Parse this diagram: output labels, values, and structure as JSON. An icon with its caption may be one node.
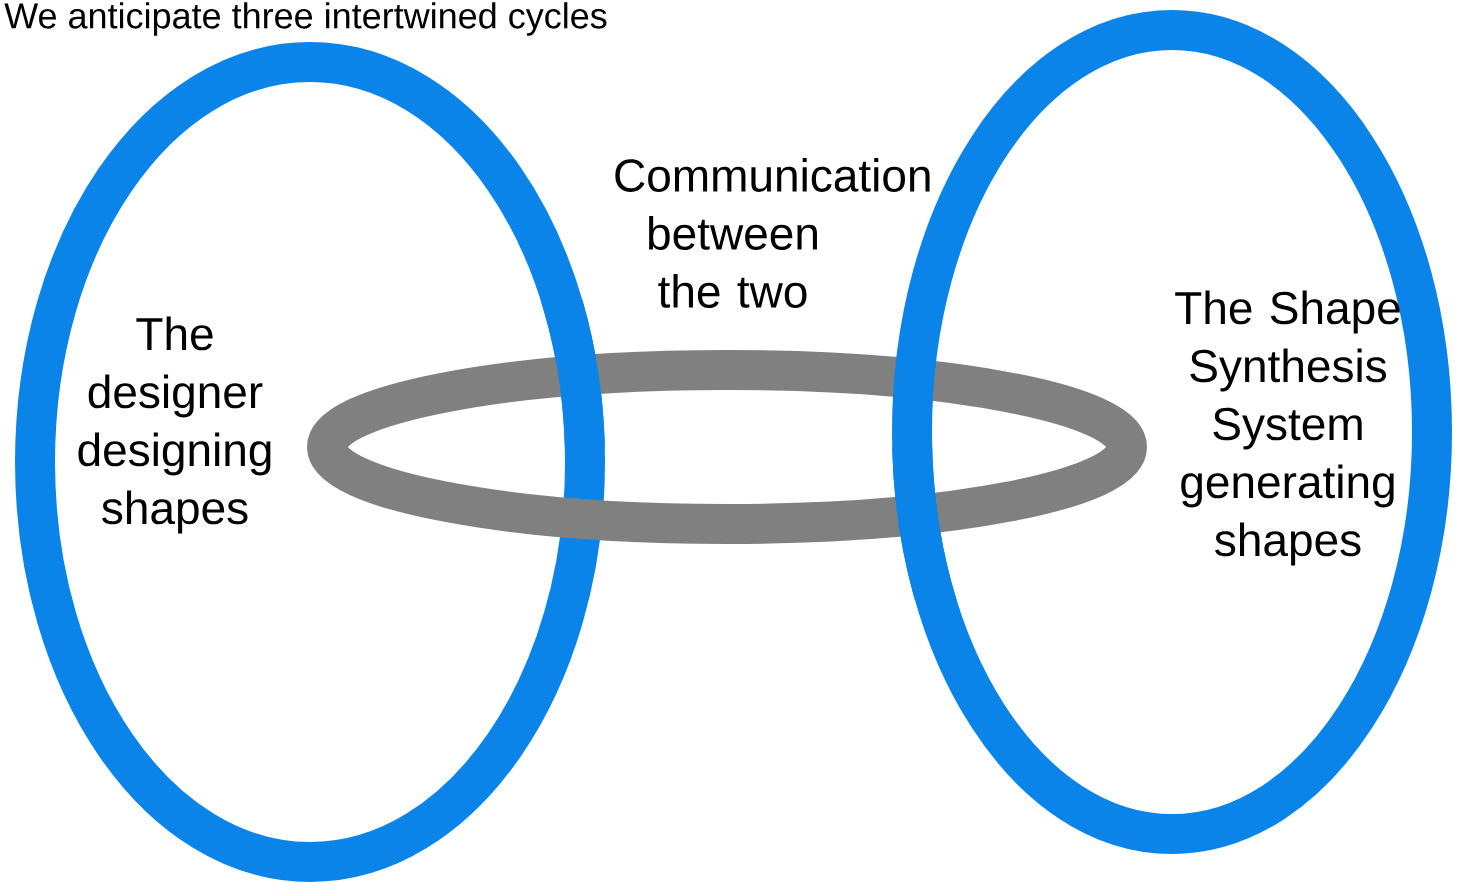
{
  "diagram": {
    "title": "We anticipate three intertwined cycles",
    "nodes": [
      {
        "text": [
          "The designer designing shapes"
        ]
      },
      {
        "text": [
          "Communication between the two"
        ]
      },
      {
        "text": [
          "The Shape Synthesis System generating shapes"
        ]
      }
    ],
    "edges": []
  }
}
